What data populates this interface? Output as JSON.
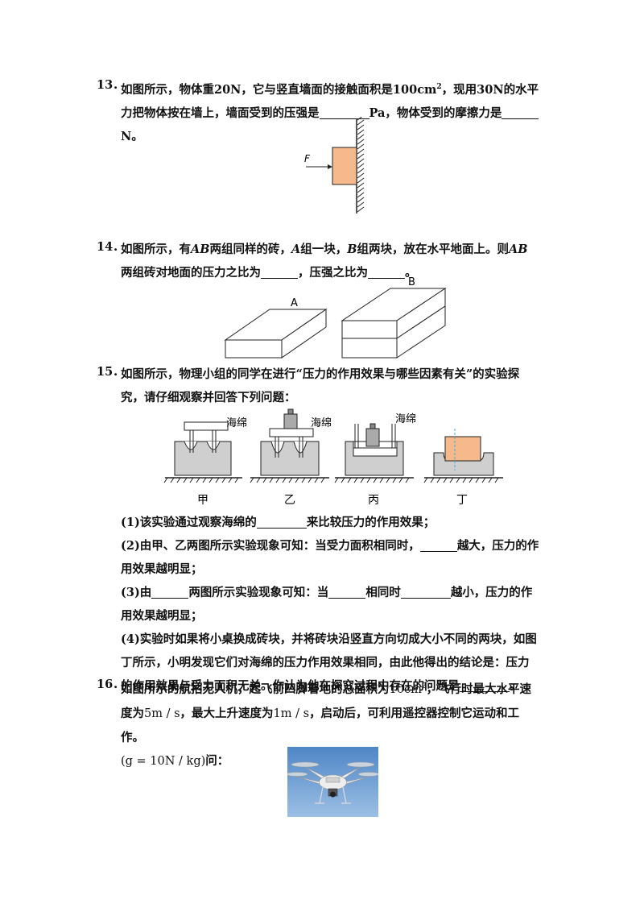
{
  "q13": {
    "num": "13．",
    "text_a": "如图所示，物体重20N，它与竖直墙面的接触面积是100cm",
    "sup": "2",
    "text_b": "，现用30N的水平力把物体按在墙上，墙面受到的压强是",
    "text_c": "Pa，物体受到的摩擦力是",
    "text_d": "N。",
    "force_label": "F"
  },
  "q14": {
    "num": "14．",
    "p1": "如图所示，有",
    "ab1": "AB",
    "p2": "两组同样的砖，",
    "a": "A",
    "p3": "组一块，",
    "b": "B",
    "p4": "组两块，放在水平地面上。则",
    "ab2": "AB",
    "p5": "两组砖对地面的压力之比为",
    "p6": "，压强之比为",
    "p7": "。",
    "label_a": "A",
    "label_b": "B"
  },
  "q15": {
    "num": "15．",
    "intro": "如图所示，物理小组的同学在进行“压力的作用效果与哪些因素有关”的实验探究，请仔细观察并回答下列问题：",
    "sponge": "海绵",
    "fig_labels": [
      "甲",
      "乙",
      "丙",
      "丁"
    ],
    "s1a": "(1)该实验通过观察海绵的",
    "s1b": "来比较压力的作用效果；",
    "s2a": "(2)由甲、乙两图所示实验现象可知：当受力面积相同时，",
    "s2b": "越大，压力的作用效果越明显；",
    "s3a": "(3)由",
    "s3b": "两图所示实验现象可知：当",
    "s3c": "相同时",
    "s3d": "越小，压力的作用效果越明显；",
    "s4a": "(4)实验时如果将小桌换成砖块，并将砖块沿竖直方向切成大小不同的两块，如图丁所示，小明发现它们对海绵的压力作用效果相同，由此他得出的结论是：压力的作用效果与受力面积无关。你认为他在探究过程中存在的问题是",
    "s4b": "。"
  },
  "q16": {
    "num": "16．",
    "t1": "如图所示的航拍无人机，起飞前四脚着地的总面积为",
    "f1": "10cm",
    "f1sup": "2",
    "t2": "，飞行时最大水平速度为",
    "f2": "5m / s",
    "t3": "，最大上升速度为",
    "f3": "1m / s",
    "t4": "，启动后，可利用遥控器控制它运动和工作。",
    "f4": "(g = 10N / kg)",
    "t5": "问："
  }
}
